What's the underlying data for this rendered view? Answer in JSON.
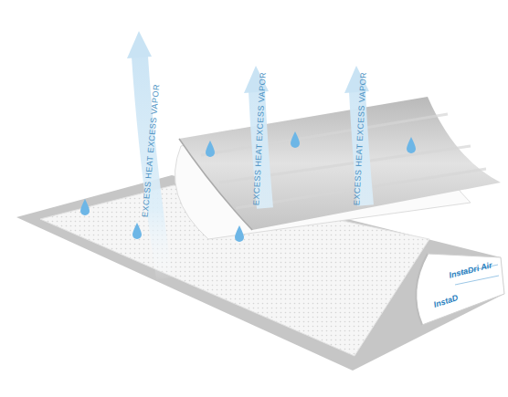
{
  "diagram": {
    "labels": [
      "EXCESS HEAT EXCESS VAPOR",
      "EXCESS HEAT EXCESS VAPOR",
      "EXCESS HEAT EXCESS VAPOR",
      "InstaDri Air",
      "InstaD"
    ]
  }
}
